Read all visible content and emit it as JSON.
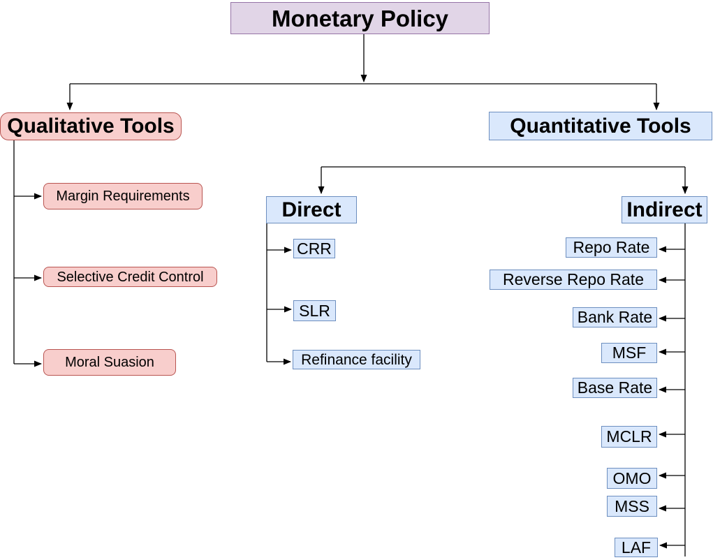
{
  "diagram": {
    "root": {
      "label": "Monetary Policy"
    },
    "qualitative": {
      "label": "Qualitative Tools",
      "children": [
        {
          "label": "Margin Requirements"
        },
        {
          "label": "Selective Credit Control"
        },
        {
          "label": "Moral Suasion"
        }
      ]
    },
    "quantitative": {
      "label": "Quantitative Tools",
      "direct": {
        "label": "Direct",
        "children": [
          {
            "label": "CRR"
          },
          {
            "label": "SLR"
          },
          {
            "label": "Refinance facility"
          }
        ]
      },
      "indirect": {
        "label": "Indirect",
        "children": [
          {
            "label": "Repo Rate"
          },
          {
            "label": "Reverse Repo Rate"
          },
          {
            "label": "Bank Rate"
          },
          {
            "label": "MSF"
          },
          {
            "label": "Base Rate"
          },
          {
            "label": "MCLR"
          },
          {
            "label": "OMO"
          },
          {
            "label": "MSS"
          },
          {
            "label": "LAF"
          }
        ]
      }
    },
    "colors": {
      "root_fill": "#e1d5e7",
      "root_stroke": "#9673a6",
      "qual_fill": "#f8cecc",
      "qual_stroke": "#b85450",
      "quant_fill": "#dae8fc",
      "quant_stroke": "#6c8ebf",
      "connector": "#000000",
      "bg": "#ffffff",
      "text": "#000000"
    }
  }
}
